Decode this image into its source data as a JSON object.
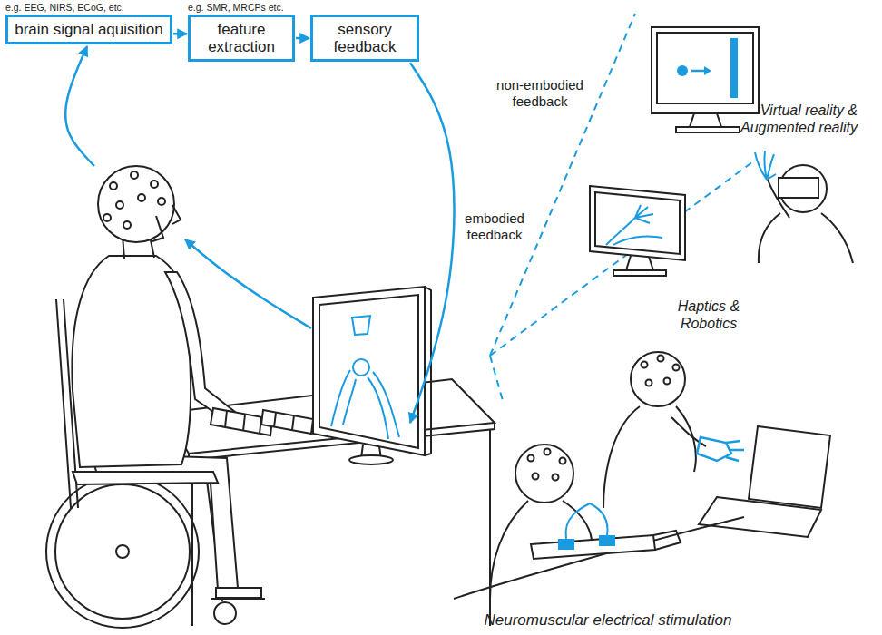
{
  "diagram": {
    "nodes": [
      {
        "text": [
          "e.g. EEG, NIRS, ECoG, etc.",
          "brain signal aquisition"
        ]
      },
      {
        "text": [
          "e.g. SMR, MRCPs etc.",
          "feature extraction"
        ]
      },
      {
        "text": [
          "sensory feedback"
        ]
      }
    ],
    "edges": [
      {
        "from": 0,
        "to": 1,
        "arrow": "to"
      },
      {
        "from": 1,
        "to": 2,
        "arrow": "to"
      }
    ],
    "labels": [
      "non-embodied feedback",
      "embodied feedback",
      "Virtual reality & Augmented reality",
      "Haptics & Robotics",
      "Neuromuscular electrical stimulation"
    ]
  }
}
